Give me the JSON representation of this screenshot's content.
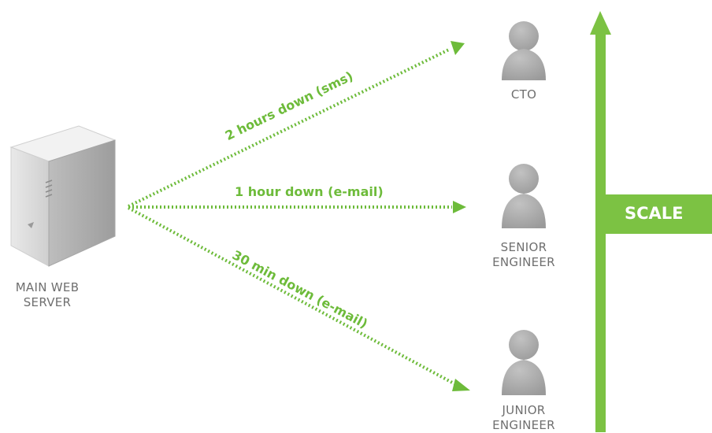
{
  "server": {
    "label_line1": "MAIN WEB",
    "label_line2": "SERVER"
  },
  "people": {
    "cto": {
      "label": "CTO"
    },
    "senior": {
      "label_line1": "SENIOR",
      "label_line2": "ENGINEER"
    },
    "junior": {
      "label_line1": "JUNIOR",
      "label_line2": "ENGINEER"
    }
  },
  "edges": {
    "cto": "2 hours down (sms)",
    "senior": "1 hour down (e-mail)",
    "junior": "30 min down (e-mail)"
  },
  "scale": {
    "label": "SCALE"
  },
  "colors": {
    "accent": "#7cc243",
    "dotted": "#6dbb3a",
    "person": "#a8a8a8",
    "text": "#6f6f6f"
  }
}
